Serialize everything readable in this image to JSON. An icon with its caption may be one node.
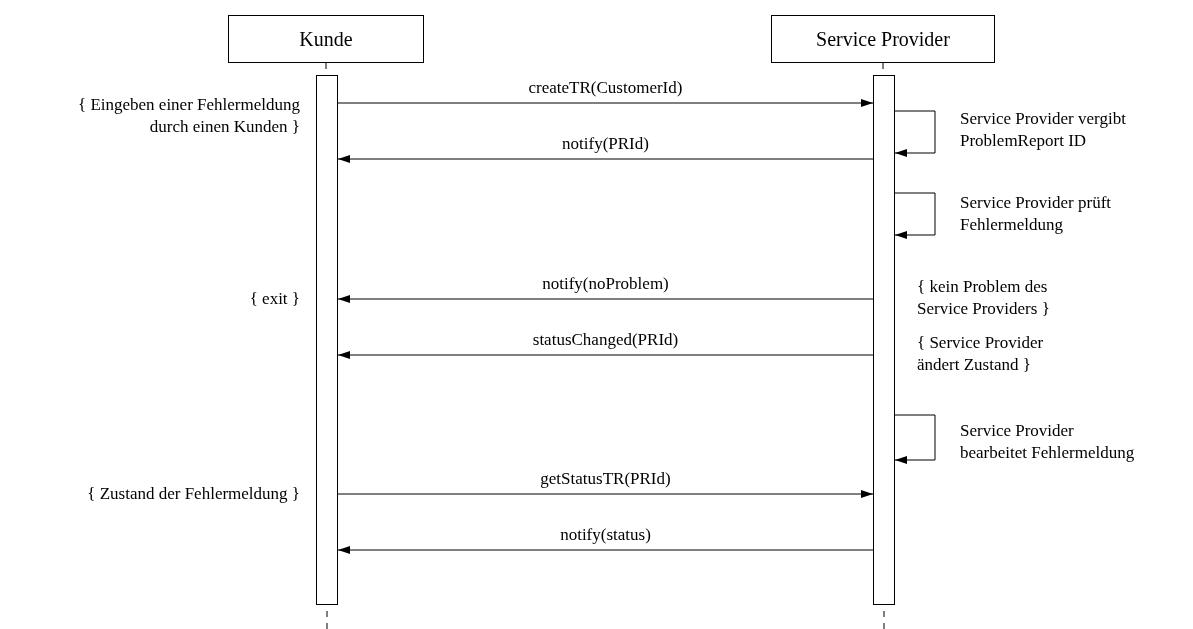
{
  "diagram": {
    "nodes": [
      {
        "text": [
          "Kunde"
        ]
      },
      {
        "text": [
          "Service Provider"
        ]
      },
      {
        "text": [],
        "shape": "bar"
      },
      {
        "text": [],
        "shape": "bar"
      }
    ],
    "edges": [
      {
        "from": 0,
        "to": 2,
        "arrow": "none",
        "style": "dashed"
      },
      {
        "from": 1,
        "to": 3,
        "arrow": "none",
        "style": "dashed"
      },
      {
        "from": 2,
        "to": null,
        "arrow": "none",
        "style": "dashed"
      },
      {
        "from": 3,
        "to": null,
        "arrow": "none",
        "style": "dashed"
      },
      {
        "from": 2,
        "to": 3,
        "arrow": "to",
        "label": "createTR(CustomerId)"
      },
      {
        "from": 3,
        "to": 3,
        "arrow": "to"
      },
      {
        "from": 3,
        "to": 2,
        "arrow": "to",
        "label": "notify(PRId)"
      },
      {
        "from": 3,
        "to": 3,
        "arrow": "to"
      },
      {
        "from": 3,
        "to": 2,
        "arrow": "to",
        "label": "notify(noProblem)"
      },
      {
        "from": 3,
        "to": 2,
        "arrow": "to",
        "label": "statusChanged(PRId)"
      },
      {
        "from": 3,
        "to": 3,
        "arrow": "to"
      },
      {
        "from": 2,
        "to": 3,
        "arrow": "to",
        "label": "getStatusTR(PRId)"
      },
      {
        "from": 3,
        "to": 2,
        "arrow": "to",
        "label": "notify(status)"
      }
    ],
    "labels": [
      "{ Eingeben einer Fehlermeldung durch einen Kunden }",
      "Service Provider vergibt ProblemReport ID",
      "Service Provider prüft Fehlermeldung",
      "{ exit }",
      "{ kein Problem des Service Providers }",
      "{ Service Provider ändert Zustand }",
      "Service Provider bearbeitet Fehlermeldung",
      "{ Zustand der Fehlermeldung }"
    ]
  }
}
